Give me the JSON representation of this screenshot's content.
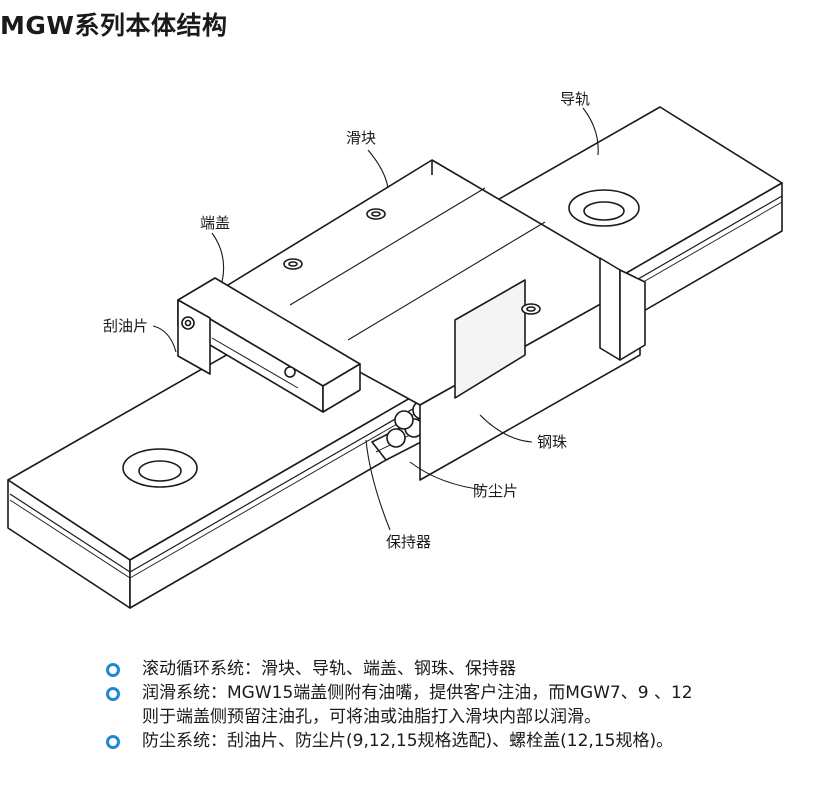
{
  "title": "MGW系列本体结构",
  "labels": {
    "rail": "导轨",
    "block": "滑块",
    "end_cap": "端盖",
    "wiper": "刮油片",
    "ball": "钢珠",
    "dust_plate": "防尘片",
    "retainer": "保持器"
  },
  "bullets": [
    {
      "lines": [
        "滚动循环系统：滑块、导轨、端盖、钢珠、保持器"
      ]
    },
    {
      "lines": [
        "润滑系统：MGW15端盖侧附有油嘴，提供客户注油，而MGW7、9 、12",
        "则于端盖侧预留注油孔，可将油或油脂打入滑块内部以润滑。"
      ]
    },
    {
      "lines": [
        "防尘系统：刮油片、防尘片(9,12,15规格选配)、螺栓盖(12,15规格)。"
      ]
    }
  ],
  "colors": {
    "bullet_ring": "#1f8ad8",
    "line": "#1a1a1a"
  }
}
